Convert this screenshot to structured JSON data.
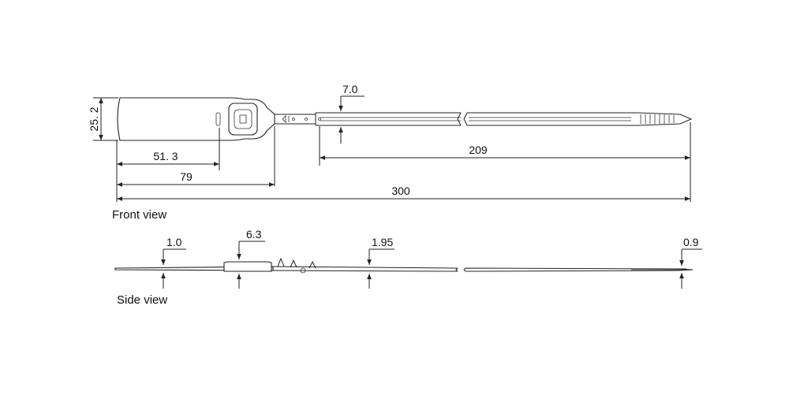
{
  "front_view": {
    "label": "Front view",
    "dims": {
      "height": "25. 2",
      "hole_offset": "51. 3",
      "head_length": "79",
      "total_length": "300",
      "strap_width": "7.0",
      "strap_length": "209"
    }
  },
  "side_view": {
    "label": "Side view",
    "dims": {
      "tag_thickness": "1.0",
      "boss_thickness": "6.3",
      "strap_thickness": "1.95",
      "tip_thickness": "0.9"
    }
  }
}
